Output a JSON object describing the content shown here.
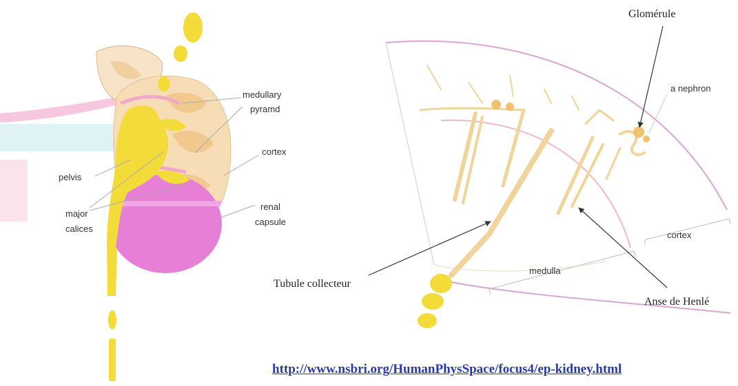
{
  "left_diagram": {
    "labels": {
      "medullary_pyramid": [
        "medullary",
        "pyramd"
      ],
      "cortex": "cortex",
      "pelvis": "pelvis",
      "major_calices": [
        "major",
        "calices"
      ],
      "renal_capsule": [
        "renal",
        "capsule"
      ]
    }
  },
  "right_diagram": {
    "labels": {
      "glomerule": "Glomérule",
      "a_nephron": "a nephron",
      "cortex": "cortex",
      "medulla": "medulla",
      "tubule_collecteur": "Tubule collecteur",
      "anse_de_henle": "Anse de Henlé"
    }
  },
  "source_link": "http://www.nsbri.org/HumanPhysSpace/focus4/ep-kidney.html",
  "colors": {
    "kidney_yellow": "#f3dc3a",
    "capsule_pink": "#e77fd6",
    "tubule_tan": "#f0d49a",
    "vessel_pink": "#f2a8c8",
    "link_blue": "#2a3aa8"
  }
}
